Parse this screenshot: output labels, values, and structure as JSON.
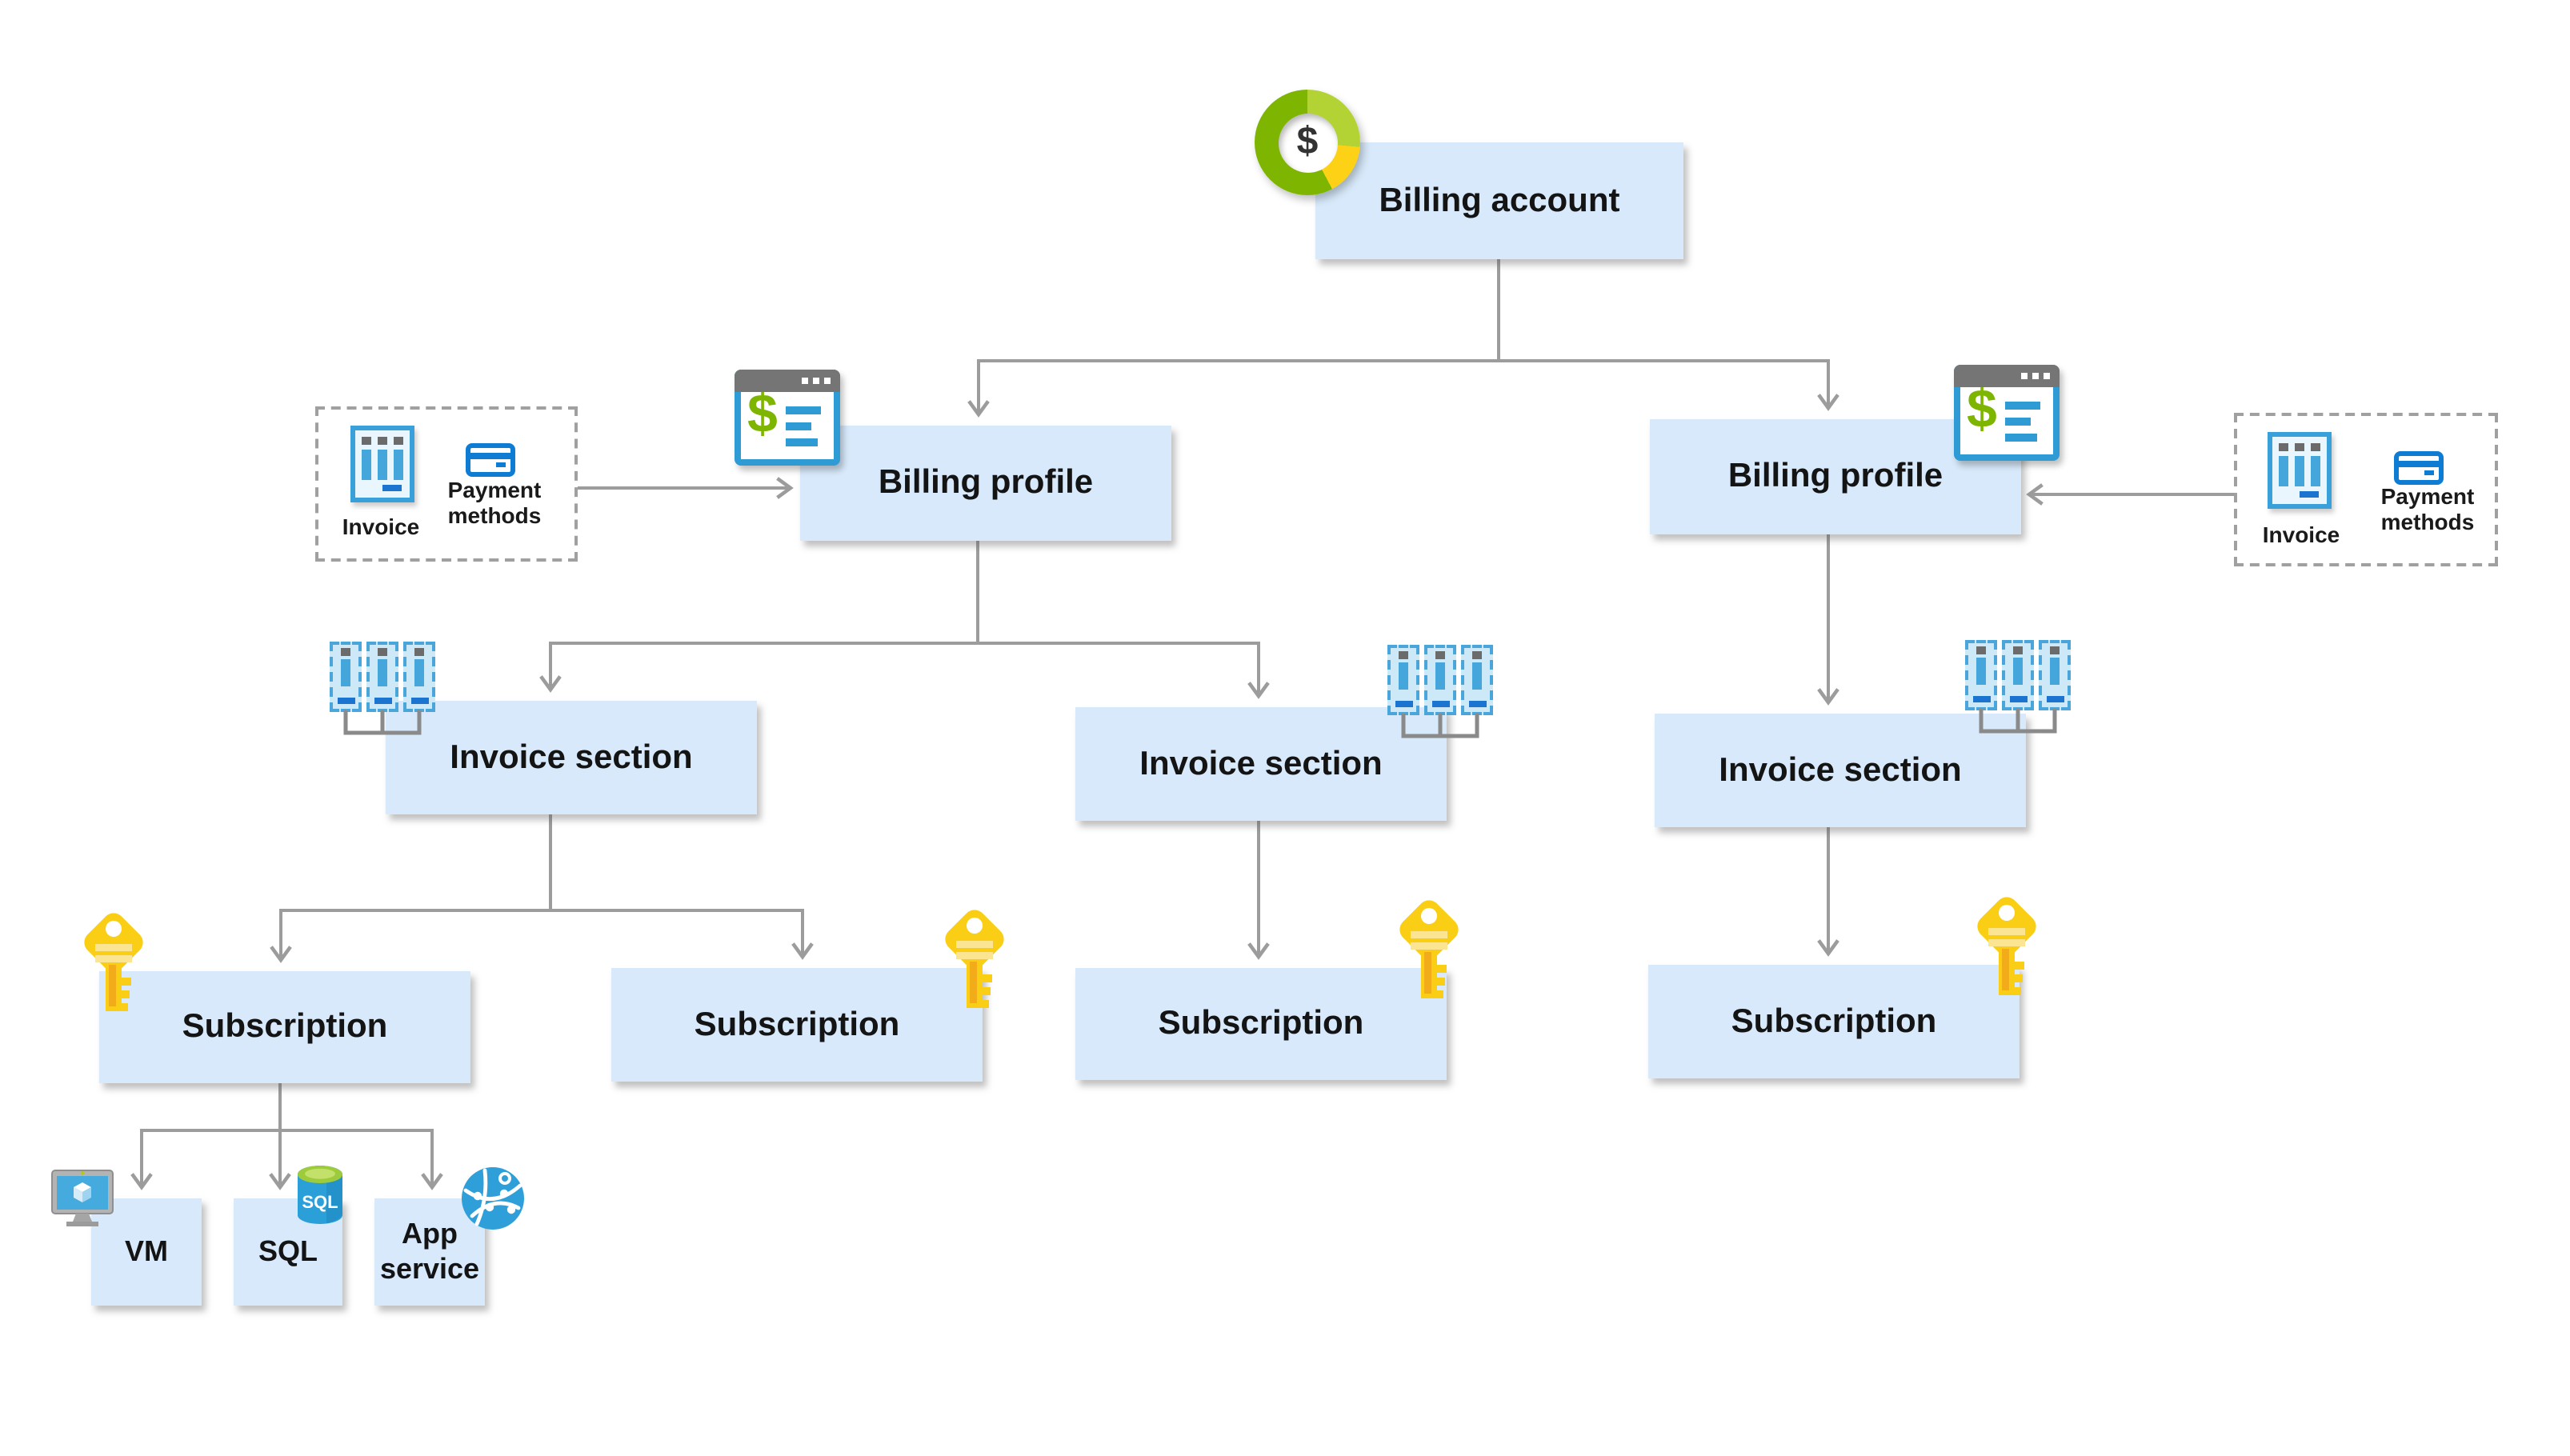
{
  "labels": {
    "billing_account": "Billing account",
    "billing_profile": "Billing profile",
    "invoice_section": "Invoice section",
    "subscription": "Subscription",
    "vm": "VM",
    "sql": "SQL",
    "app_service": "App service",
    "invoice": "Invoice",
    "payment_methods": "Payment methods",
    "dollar_sign": "$",
    "sql_badge": "SQL"
  },
  "hierarchy": {
    "root": "Billing account",
    "billing_profiles": 2,
    "invoice_sections": 3,
    "subscriptions": 4,
    "billing_profile_attachments": [
      "Invoice",
      "Payment methods"
    ],
    "first_subscription_resources": [
      "VM",
      "SQL",
      "App service"
    ]
  },
  "icons": {
    "billing-account-donut-icon": "green/yellow donut ring with $ in center",
    "billing-profile-window-icon": "browser window with green $ and blue text lines",
    "invoice-doc-icon": "light blue invoice document with columns",
    "payment-card-icon": "blue outlined credit card",
    "invoice-stack-icon": "three dashed invoice slips with connector bracket",
    "key-icon": "yellow key marking subscription",
    "vm-monitor-icon": "monitor with 3D cube (virtual machine)",
    "sql-database-icon": "blue cylinder database with green top and SQL text",
    "app-service-globe-icon": "blue globe with white network lines"
  },
  "colors": {
    "node_fill": "#d7e9fa",
    "connector_gray": "#9c9c9c",
    "bracket_gray": "#8a8a8a",
    "dashed_border_gray": "#a0a0a0",
    "donut_dark_green": "#7db500",
    "donut_light_green": "#b3d334",
    "donut_yellow": "#fcd116",
    "icon_blue": "#2e9bd5",
    "slip_fill": "#cde9f8",
    "bar_blue": "#45a6db",
    "accent_blue_dark": "#1b75d0",
    "card_blue": "#0f7cd4",
    "titlebar_gray": "#757575",
    "key_yellow": "#f9ce15",
    "key_stripe": "#fbe593",
    "key_shaft_shade": "#f2ab19",
    "sql_green": "#9dcb3b",
    "sql_body_blue": "#2b9fd8",
    "globe_blue": "#2e9fd9",
    "screen_blue": "#45aade"
  }
}
